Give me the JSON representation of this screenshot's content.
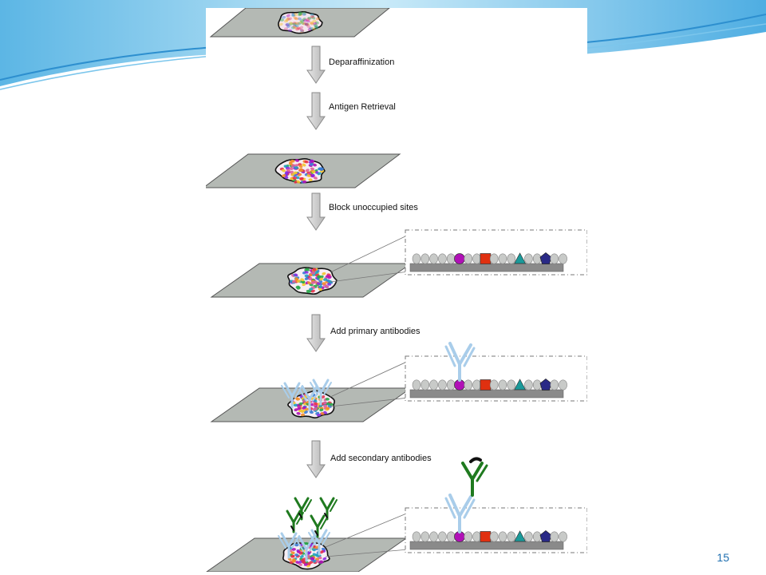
{
  "slide": {
    "number": "15"
  },
  "steps": [
    {
      "label": "Deparaffinization"
    },
    {
      "label": "Antigen Retrieval"
    },
    {
      "label": "Block unoccupied sites"
    },
    {
      "label": "Add primary antibodies"
    },
    {
      "label": "Add secondary antibodies"
    }
  ],
  "colors": {
    "slide_fill": "#b4b9b4",
    "primary_antibody": "#a9cdea",
    "secondary_antibody": "#1f7a1f",
    "antigen_circle": "#b010b6",
    "antigen_square": "#e03010",
    "antigen_triangle": "#1a9a9a",
    "antigen_pentagon": "#2a2a86",
    "surface_protein": "#c8cac8",
    "accent_blue": "#1f6fb0"
  },
  "icons": {
    "arrow": "down-arrow-icon",
    "antibody": "y-shaped-antibody-icon"
  }
}
